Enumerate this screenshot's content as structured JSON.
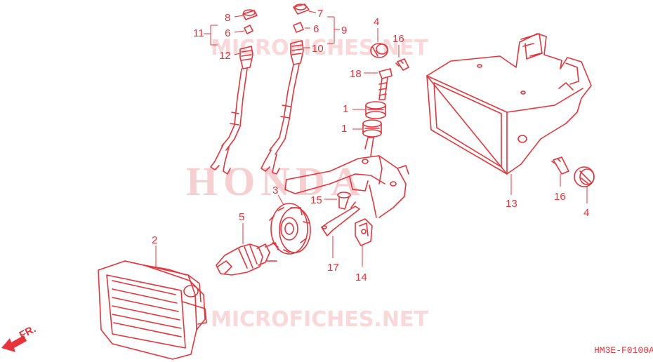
{
  "diagram_code": "HM3E-F0100A",
  "direction_label": "FR.",
  "watermarks": {
    "top": "MICROFICHES.NET",
    "bottom": "MICROFICHES.NET",
    "brand": "HONDA"
  },
  "callouts": {
    "c1a": "1",
    "c1b": "1",
    "c2": "2",
    "c3": "3",
    "c4a": "4",
    "c4b": "4",
    "c5": "5",
    "c6a": "6",
    "c6b": "6",
    "c7": "7",
    "c8": "8",
    "c9": "9",
    "c10": "10",
    "c11": "11",
    "c12": "12",
    "c13": "13",
    "c14": "14",
    "c15": "15",
    "c16a": "16",
    "c16b": "16",
    "c17": "17",
    "c18": "18"
  },
  "colors": {
    "line": "#e8333a",
    "watermark": "#f6b8ba",
    "background": "#ffffff"
  }
}
